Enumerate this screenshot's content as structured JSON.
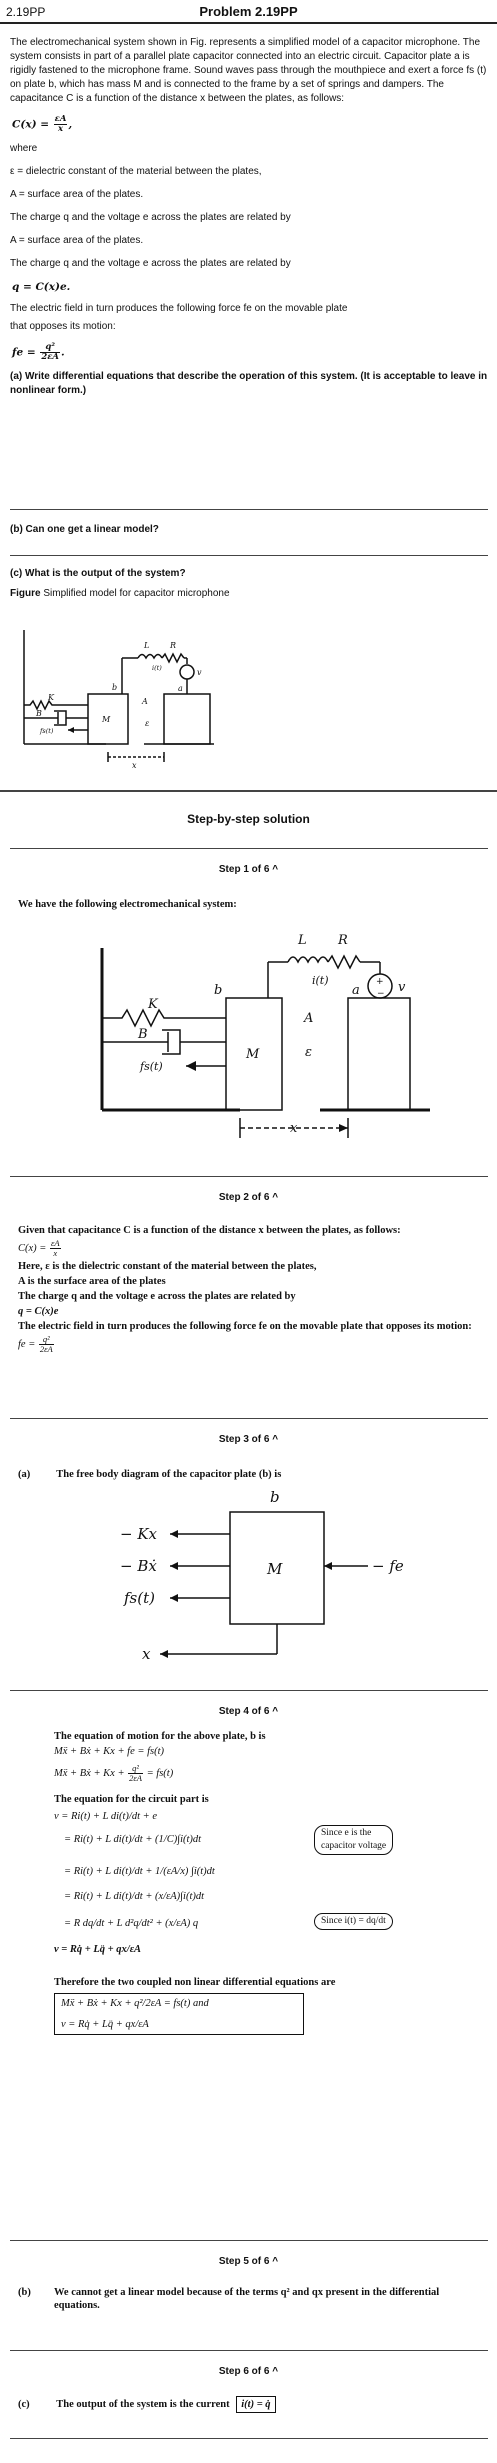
{
  "header": {
    "left": "2.19PP",
    "title": "Problem  2.19PP"
  },
  "problem": {
    "intro": "The electromechanical system shown in Fig. represents a simplified model of a capacitor microphone. The system consists in part of a parallel plate capacitor connected into an electric circuit. Capacitor plate a is rigidly fastened to the microphone frame. Sound waves pass through the mouthpiece and exert a force fs (t) on plate b, which has mass M and is connected to the frame by a set of springs and dampers. The capacitance C is a function of the distance x between the plates, as follows:",
    "cap_lhs": "C(x) = ",
    "cap_num": "εA",
    "cap_den": "x",
    "cap_tail": ",",
    "where": "where",
    "eps_def": "ε = dielectric constant of the material between the plates,",
    "area_def1": "A = surface area of the plates.",
    "charge_rel1": "The charge q and the voltage e across the plates are related by",
    "area_def2": "A = surface area of the plates.",
    "charge_rel2": "The charge q and the voltage e across the plates are related by",
    "q_eq": "q = C(x)e.",
    "force_text1": "The electric field in turn produces the following force fe on the movable plate",
    "force_text2": "that opposes its motion:",
    "fe_lhs": "fe = ",
    "fe_num": "q²",
    "fe_den": "2εA",
    "fe_tail": ".",
    "part_a": "(a) Write differential equations that describe the operation of this system. (It is acceptable to leave in nonlinear form.)",
    "part_b": "(b) Can one get a linear model?",
    "part_c": "(c) What is the output of the system?",
    "figure_label": "Figure",
    "figure_caption": "Simplified model for capacitor microphone"
  },
  "fig_small": {
    "L": "L",
    "R": "R",
    "i": "i(t)",
    "v": "v",
    "A": "A",
    "eps": "ε",
    "b": "b",
    "a": "a",
    "K": "K",
    "B": "B",
    "M": "M",
    "f": "fs(t)",
    "x": "x"
  },
  "solution_title": "Step-by-step solution",
  "steps": [
    {
      "header": "Step 1 of 6",
      "caret": "^"
    },
    {
      "header": "Step 2 of 6",
      "caret": "^"
    },
    {
      "header": "Step 3 of 6",
      "caret": "^"
    },
    {
      "header": "Step 4 of 6",
      "caret": "^"
    },
    {
      "header": "Step 5 of 6",
      "caret": "^"
    },
    {
      "header": "Step 6 of 6",
      "caret": "^"
    }
  ],
  "step1": {
    "text": "We have the following electromechanical system:"
  },
  "fig_large": {
    "L": "L",
    "R": "R",
    "i": "i(t)",
    "v": "v",
    "A": "A",
    "eps": "ε",
    "b": "b",
    "a": "a",
    "K": "K",
    "B": "B",
    "M": "M",
    "f": "fs(t)",
    "x": "x",
    "plus": "+",
    "minus": "−"
  },
  "step2": {
    "l1": "Given that capacitance C is a function of the distance x between the plates, as follows:",
    "cap_lhs": "C(x) = ",
    "cap_num": "εA",
    "cap_den": "x",
    "l2": "Here, ε is the dielectric constant of the material between the plates,",
    "l3": "A is the surface area of the plates",
    "l4": "The charge q and the voltage e across the plates are related by",
    "q_eq": "q = C(x)e",
    "l5": "The electric field in turn produces the following force fe on the movable plate that opposes its motion:",
    "fe_lhs": "fe = ",
    "fe_num": "q²",
    "fe_den": "2εA"
  },
  "step3": {
    "label": "(a)",
    "text": "The free body diagram of the capacitor plate (b) is",
    "fbd": {
      "b": "b",
      "M": "M",
      "kx": "− Kx",
      "bx": "− Bẋ",
      "fs": "fs(t)",
      "fe": "− fe",
      "x": "x"
    }
  },
  "step4": {
    "l1": "The equation of motion for the above plate, b is",
    "eq1": "Mẍ + Bẋ + Kx + fe = fs(t)",
    "eq2_a": "Mẍ + Bẋ + Kx + ",
    "eq2_num": "q²",
    "eq2_den": "2εA",
    "eq2_b": " = fs(t)",
    "l2": "The equation for the circuit part is",
    "c1": "v = Ri(t) + L di(t)/dt + e",
    "c2": "= Ri(t) + L di(t)/dt + (1/C)∫i(t)dt",
    "c3": "= Ri(t) + L di(t)/dt + 1/(εA/x) ∫i(t)dt",
    "c4": "= Ri(t) + L di(t)/dt + (x/εA)∫i(t)dt",
    "c5": "= R dq/dt + L d²q/dt² + (x/εA) q",
    "c6": "v = Rq̇ + Lq̈ + qx/εA",
    "note1a": "Since e is the",
    "note1b": "capacitor voltage",
    "note2": "Since i(t) = dq/dt",
    "l3": "Therefore the two coupled non linear differential equations are",
    "box1": "Mẍ + Bẋ + Kx + q²/2εA = fs(t)  and",
    "box2": "v = Rq̇ + Lq̈ + qx/εA"
  },
  "step5": {
    "label": "(b)",
    "text": "We cannot get a linear model because of the terms q² and qx present in the differential equations."
  },
  "step6": {
    "label": "(c)",
    "text": "The output of the system is the current",
    "answer": "i(t) = q̇"
  }
}
